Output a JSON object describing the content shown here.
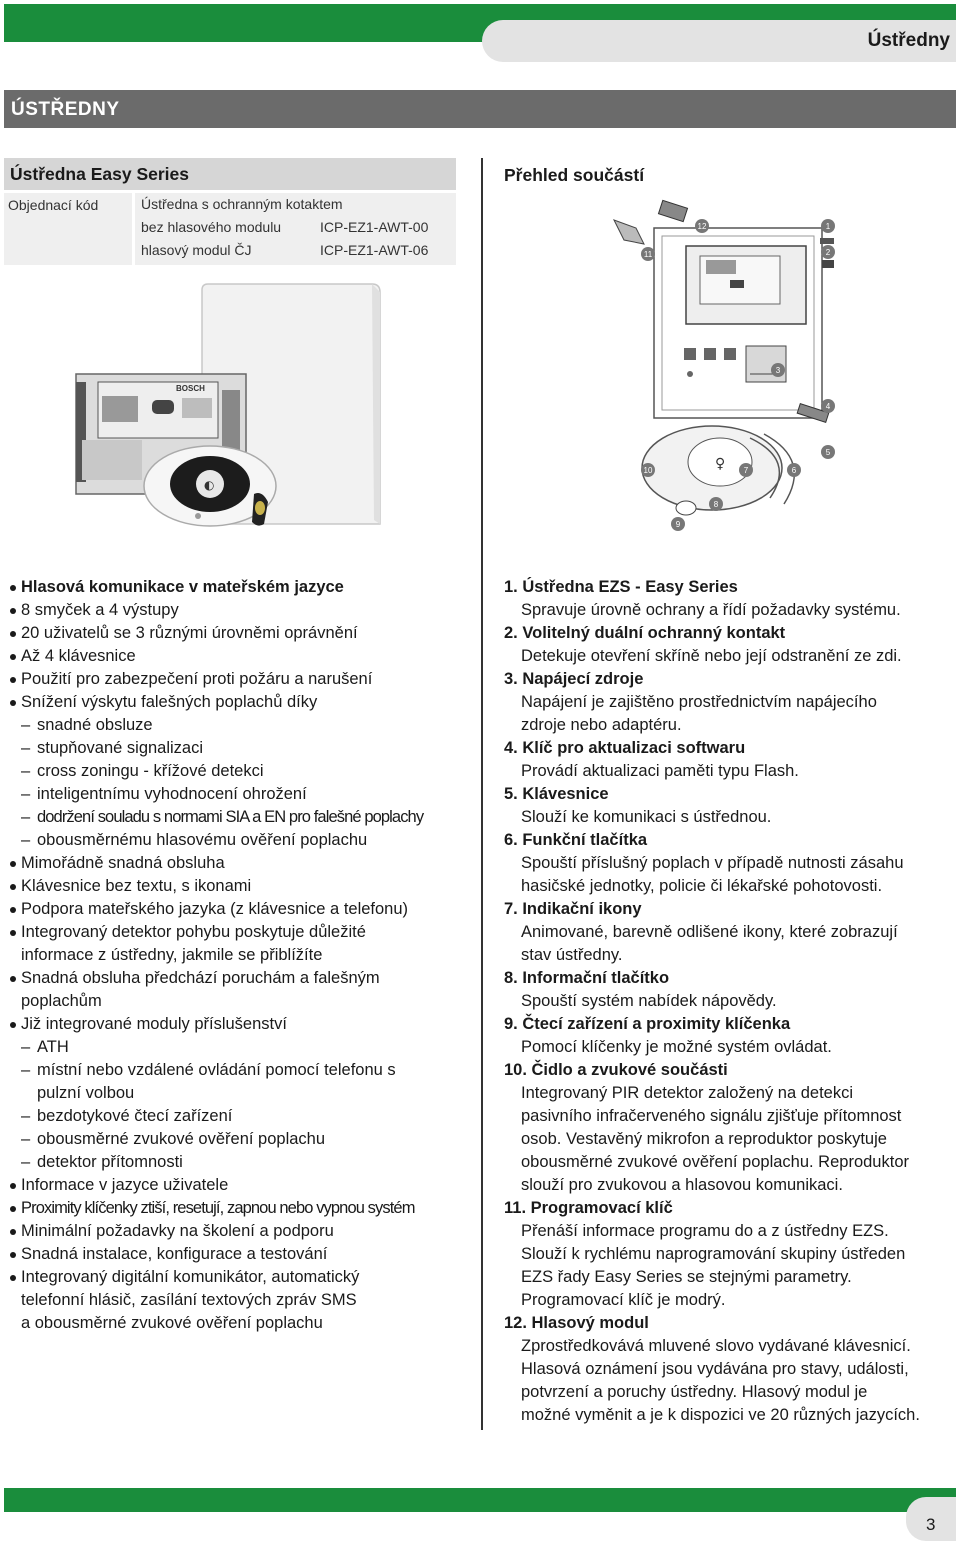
{
  "header": {
    "tab_title": "Ústředny"
  },
  "section": {
    "title": "ÚSTŘEDNY"
  },
  "product": {
    "title": "Ústředna Easy Series",
    "order_label": "Objednací kód",
    "order_desc": "Ústředna s ochranným kotaktem",
    "variants": [
      {
        "name": "bez hlasového modulu",
        "code": "ICP-EZ1-AWT-00"
      },
      {
        "name": "hlasový modul ČJ",
        "code": "ICP-EZ1-AWT-06"
      }
    ]
  },
  "image_labels": {
    "brand": "BOSCH"
  },
  "diagram_numbers": [
    "1",
    "2",
    "3",
    "4",
    "5",
    "6",
    "7",
    "8",
    "9",
    "10",
    "11",
    "12"
  ],
  "features": [
    {
      "t": "Hlasová komunikace v mateřském jazyce",
      "k": "b",
      "bold": true
    },
    {
      "t": "8 smyček a 4 výstupy",
      "k": "b"
    },
    {
      "t": "20 uživatelů se 3 různými úrovněmi oprávnění",
      "k": "b"
    },
    {
      "t": "Až 4 klávesnice",
      "k": "b"
    },
    {
      "t": "Použití pro zabezpečení proti požáru a narušení",
      "k": "b"
    },
    {
      "t": "Snížení výskytu falešných poplachů díky",
      "k": "b"
    },
    {
      "t": "snadné obsluze",
      "k": "d"
    },
    {
      "t": "stupňované signalizaci",
      "k": "d"
    },
    {
      "t": "cross zoningu - křížové detekci",
      "k": "d"
    },
    {
      "t": "inteligentnímu vyhodnocení ohrožení",
      "k": "d"
    },
    {
      "t": "dodržení souladu s normami SIA a EN pro falešné poplachy",
      "k": "d",
      "cond": true
    },
    {
      "t": "obousměrnému hlasovému ověření poplachu",
      "k": "d"
    },
    {
      "t": "Mimořádně snadná obsluha",
      "k": "b"
    },
    {
      "t": "Klávesnice bez textu, s ikonami",
      "k": "b"
    },
    {
      "t": "Podpora mateřského jazyka (z klávesnice a telefonu)",
      "k": "b"
    },
    {
      "t": "Integrovaný detektor pohybu poskytuje důležité",
      "k": "b"
    },
    {
      "t": "informace z ústředny, jakmile se přiblížíte",
      "k": "c"
    },
    {
      "t": "Snadná obsluha předchází poruchám a falešným",
      "k": "b"
    },
    {
      "t": "poplachům",
      "k": "c"
    },
    {
      "t": "Již integrované moduly příslušenství",
      "k": "b"
    },
    {
      "t": "ATH",
      "k": "d"
    },
    {
      "t": "místní nebo vzdálené ovládání pomocí telefonu s",
      "k": "d"
    },
    {
      "t": "pulzní volbou",
      "k": "dc"
    },
    {
      "t": "bezdotykové čtecí zařízení",
      "k": "d"
    },
    {
      "t": "obousměrné zvukové ověření poplachu",
      "k": "d"
    },
    {
      "t": "detektor přítomnosti",
      "k": "d"
    },
    {
      "t": "Informace v jazyce uživatele",
      "k": "b"
    },
    {
      "t": "Proximity klíčenky ztiší, resetují, zapnou nebo vypnou systém",
      "k": "b",
      "cond": true
    },
    {
      "t": "Minimální požadavky na školení a podporu",
      "k": "b"
    },
    {
      "t": "Snadná instalace, konfigurace a testování",
      "k": "b"
    },
    {
      "t": "Integrovaný digitální komunikátor, automatický",
      "k": "b"
    },
    {
      "t": "telefonní hlásič, zasílání textových zpráv SMS",
      "k": "c"
    },
    {
      "t": "a obousměrné zvukové ověření poplachu",
      "k": "c"
    }
  ],
  "parts": {
    "title": "Přehled součástí",
    "items": [
      {
        "title": "1. Ústředna EZS - Easy Series",
        "desc": [
          "Spravuje úrovně ochrany a řídí požadavky systému."
        ]
      },
      {
        "title": "2. Volitelný duální ochranný kontakt",
        "desc": [
          "Detekuje otevření skříně nebo její odstranění ze zdi."
        ]
      },
      {
        "title": "3. Napájecí zdroje",
        "desc": [
          "Napájení je zajištěno prostřednictvím napájecího",
          "zdroje nebo adaptéru."
        ]
      },
      {
        "title": "4. Klíč pro aktualizaci softwaru",
        "desc": [
          "Provádí aktualizaci paměti typu Flash."
        ]
      },
      {
        "title": "5. Klávesnice",
        "desc": [
          "Slouží ke komunikaci s ústřednou."
        ]
      },
      {
        "title": "6. Funkční tlačítka",
        "desc": [
          "Spouští příslušný poplach v případě nutnosti zásahu",
          "hasičské jednotky, policie či lékařské pohotovosti."
        ]
      },
      {
        "title": "7. Indikační ikony",
        "desc": [
          "Animované, barevně odlišené ikony, které zobrazují",
          "stav ústředny."
        ]
      },
      {
        "title": "8. Informační tlačítko",
        "desc": [
          "Spouští systém nabídek nápovědy."
        ]
      },
      {
        "title": "9. Čtecí zařízení a proximity klíčenka",
        "desc": [
          "Pomocí klíčenky je možné systém ovládat."
        ]
      },
      {
        "title": "10. Čidlo a zvukové součásti",
        "desc": [
          "Integrovaný PIR detektor založený na detekci",
          "pasivního infračerveného signálu zjišťuje přítomnost",
          "osob. Vestavěný mikrofon a reproduktor poskytuje",
          "obousměrné zvukové ověření poplachu. Reproduktor",
          "slouží pro zvukovou a hlasovou komunikaci."
        ]
      },
      {
        "title": "11. Programovací klíč",
        "desc": [
          "Přenáší informace programu do a z ústředny EZS.",
          "Slouží k rychlému naprogramování skupiny ústředen",
          "EZS řady Easy Series se stejnými parametry.",
          "Programovací klíč je modrý."
        ]
      },
      {
        "title": "12. Hlasový modul",
        "desc": [
          "Zprostředkovává mluvené slovo vydávané klávesnicí.",
          "Hlasová oznámení jsou vydávána pro stavy, události,",
          "potvrzení a poruchy ústředny. Hlasový modul je",
          "možné vyměnit a je k dispozici ve 20 různých jazycích."
        ]
      }
    ]
  },
  "footer": {
    "page_number": "3"
  }
}
